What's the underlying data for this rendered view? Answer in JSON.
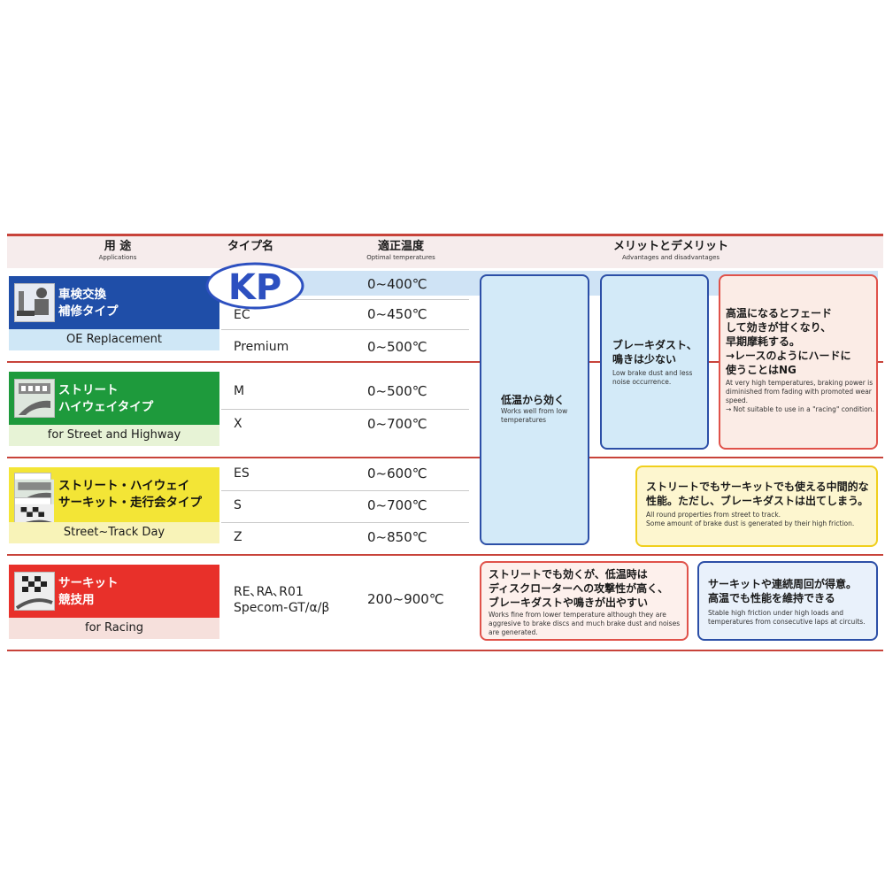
{
  "header": {
    "applications_jp": "用 途",
    "applications_en": "Applications",
    "type_jp": "タイプ名",
    "temp_jp": "適正温度",
    "temp_en": "Optimal temperatures",
    "merit_jp": "メリットとデメリット",
    "merit_en": "Advantages and disadvantages"
  },
  "logo": {
    "text": "KP"
  },
  "categories": [
    {
      "title1": "車検交換",
      "title2": "補修タイプ",
      "subtitle": "OE Replacement",
      "color": "#1f4ea8",
      "sub_bg": "#cfe7f6"
    },
    {
      "title1": "ストリート",
      "title2": "ハイウェイタイプ",
      "subtitle": "for Street and Highway",
      "color": "#1e9a3c",
      "sub_bg": "#e7f3d6"
    },
    {
      "title1": "ストリート・ハイウェイ",
      "title2": "サーキット・走行会タイプ",
      "subtitle": "Street~Track Day",
      "color": "#f3e536",
      "sub_bg": "#f8f3b8"
    },
    {
      "title1": "サーキット",
      "title2": "競技用",
      "subtitle": "for Racing",
      "color": "#e8302a",
      "sub_bg": "#f6e0dc"
    }
  ],
  "rows": [
    {
      "type": "",
      "temp": "0~400℃"
    },
    {
      "type": "EC",
      "temp": "0~450℃"
    },
    {
      "type": "Premium",
      "temp": "0~500℃"
    },
    {
      "type": "M",
      "temp": "0~500℃"
    },
    {
      "type": "X",
      "temp": "0~700℃"
    },
    {
      "type": "ES",
      "temp": "0~600℃"
    },
    {
      "type": "S",
      "temp": "0~700℃"
    },
    {
      "type": "Z",
      "temp": "0~850℃"
    },
    {
      "type1": "RE､RA､R01",
      "type2": "Specom-GT/α/β",
      "temp": "200~900℃"
    }
  ],
  "boxes": {
    "low_temp": {
      "jp": "低温から効く",
      "en": "Works well from low temperatures"
    },
    "low_dust": {
      "jp1": "ブレーキダスト、",
      "jp2": "鳴きは少ない",
      "en": "Low brake dust and less noise occurrence."
    },
    "fade": {
      "jp1": "高温になるとフェード",
      "jp2": "して効きが甘くなり、",
      "jp3": "早期摩耗する。",
      "jp4": "→レースのようにハードに",
      "jp5": "使うことはNG",
      "en1": "At very high temperatures, braking power is diminished from fading with promoted wear speed.",
      "en2": "→ Not suitable to use in  a \"racing\" condition."
    },
    "all_round": {
      "jp1": "ストリートでもサーキットでも使える中間的な",
      "jp2": "性能。ただし、ブレーキダストは出てしまう。",
      "en1": "All round properties from street to track.",
      "en2": "Some amount of brake dust is generated by their high friction."
    },
    "racing_con": {
      "jp1": "ストリートでも効くが、低温時は",
      "jp2": "ディスクローターへの攻撃性が高く、",
      "jp3": "ブレーキダストや鳴きが出やすい",
      "en": "Works fine from lower temperature although they are aggresive to brake discs and much brake dust and noises are generated."
    },
    "racing_pro": {
      "jp1": "サーキットや連続周回が得意。",
      "jp2": "高温でも性能を維持できる",
      "en": "Stable high friction under high loads and temperatures from consecutive laps at circuits."
    }
  },
  "colors": {
    "rule": "#c8433a",
    "blue_fill": "#d3eaf8",
    "blue_border": "#2c4fa7",
    "red_border": "#e0524a",
    "yellow_border": "#f0cf1c"
  }
}
